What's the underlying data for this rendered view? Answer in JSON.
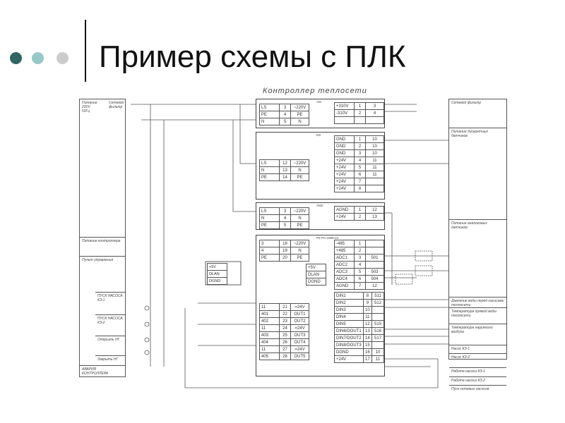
{
  "slide": {
    "title": "Пример схемы с ПЛК",
    "dot_colors": [
      "#2f6563",
      "#96c8c8",
      "#cccccc"
    ]
  },
  "schematic": {
    "header": "Контроллер теплосети",
    "boxes": [
      {
        "label": "АМ",
        "left": [
          [
            "LS",
            "3",
            "~220V"
          ],
          [
            "PE",
            "4",
            "PE"
          ],
          [
            "N",
            "5",
            "N"
          ]
        ],
        "right": [
          [
            "+310V",
            "1",
            "3"
          ],
          [
            "-310V",
            "2",
            "4"
          ],
          [
            "",
            "",
            ""
          ]
        ]
      },
      {
        "label": "КИ",
        "left": [
          [
            "LS",
            "12",
            "~220V"
          ],
          [
            "N",
            "13",
            "N"
          ],
          [
            "PE",
            "14",
            "PE"
          ]
        ],
        "right": [
          [
            "GND",
            "1",
            "10"
          ],
          [
            "GND",
            "2",
            "10"
          ],
          [
            "GND",
            "3",
            "10"
          ],
          [
            "+24V",
            "4",
            "11"
          ],
          [
            "+24V",
            "5",
            "11"
          ],
          [
            "+24V",
            "6",
            "11"
          ],
          [
            "+24V",
            "7",
            ""
          ],
          [
            "+24V",
            "8",
            ""
          ]
        ]
      },
      {
        "label": "АМ2",
        "left": [
          [
            "LS",
            "3",
            "~220V"
          ],
          [
            "N",
            "4",
            "N"
          ],
          [
            "PE",
            "5",
            "PE"
          ]
        ],
        "right": [
          [
            "AGND",
            "1",
            "12"
          ],
          [
            "+24V",
            "2",
            "13"
          ]
        ]
      },
      {
        "label": "РЗ PC-1858-24",
        "left": [
          [
            "3",
            "18",
            "~220V"
          ],
          [
            "4",
            "19",
            "N"
          ],
          [
            "PE",
            "20",
            "PE"
          ]
        ],
        "dlan": [
          [
            "+5V"
          ],
          [
            "DLAN"
          ],
          [
            "DGND"
          ]
        ],
        "outs": [
          [
            "11",
            "21",
            "=24V"
          ],
          [
            "401",
            "22",
            "OUT1"
          ],
          [
            "402",
            "23",
            "OUT2"
          ],
          [
            "11",
            "24",
            "=24V"
          ],
          [
            "403",
            "25",
            "OUT3"
          ],
          [
            "404",
            "26",
            "OUT4"
          ],
          [
            "11",
            "27",
            "=24V"
          ],
          [
            "405",
            "28",
            "OUT5"
          ]
        ],
        "right": [
          [
            "-485",
            "1",
            ""
          ],
          [
            "+485",
            "2",
            ""
          ],
          [
            "ADC1",
            "3",
            "501"
          ],
          [
            "ADC2",
            "4",
            ""
          ],
          [
            "ADC3",
            "5",
            "503"
          ],
          [
            "ADC4",
            "6",
            "504"
          ],
          [
            "AGND",
            "7",
            "12"
          ]
        ],
        "din": [
          [
            "DIN1",
            "8",
            "511"
          ],
          [
            "DIN2",
            "9",
            "512"
          ],
          [
            "DIN3",
            "10",
            ""
          ],
          [
            "DIN4",
            "11",
            ""
          ],
          [
            "DIN5",
            "12",
            "515"
          ],
          [
            "DIN6/DOUT1",
            "13",
            "516"
          ],
          [
            "DIN7/DOUT2",
            "14",
            "517"
          ],
          [
            "DIN8/DOUT3",
            "15",
            ""
          ],
          [
            "DGND",
            "16",
            "10"
          ],
          [
            "+24V",
            "17",
            "11"
          ]
        ]
      }
    ],
    "ext_dlan": [
      "+5V",
      "DLAN",
      "DGND"
    ],
    "left_block": [
      "Питание 220V 50Гц",
      "Сетевой фильтр",
      "Питание контроллера",
      "Пульт управления",
      "ПУСК НАСОСА КЗ-1",
      "ПУСК НАСОСА КЗ-2",
      "Открыть НГ",
      "Закрыть НГ",
      "АВАРИЯ КОНТРОЛЛЕРА"
    ],
    "right_block": [
      "Сетевой фильтр",
      "Питание дискретных датчиков",
      "Питание аналоговых датчиков",
      "Давление воды перед насосами теплосети",
      "Температура прямой воды теплосети",
      "Температура наружного воздуха",
      "Насос КЗ-1",
      "Насос КЗ-2",
      "Работа насоса КЗ-1",
      "Работа насоса КЗ-2",
      "Пуск сетевых насосов"
    ]
  }
}
